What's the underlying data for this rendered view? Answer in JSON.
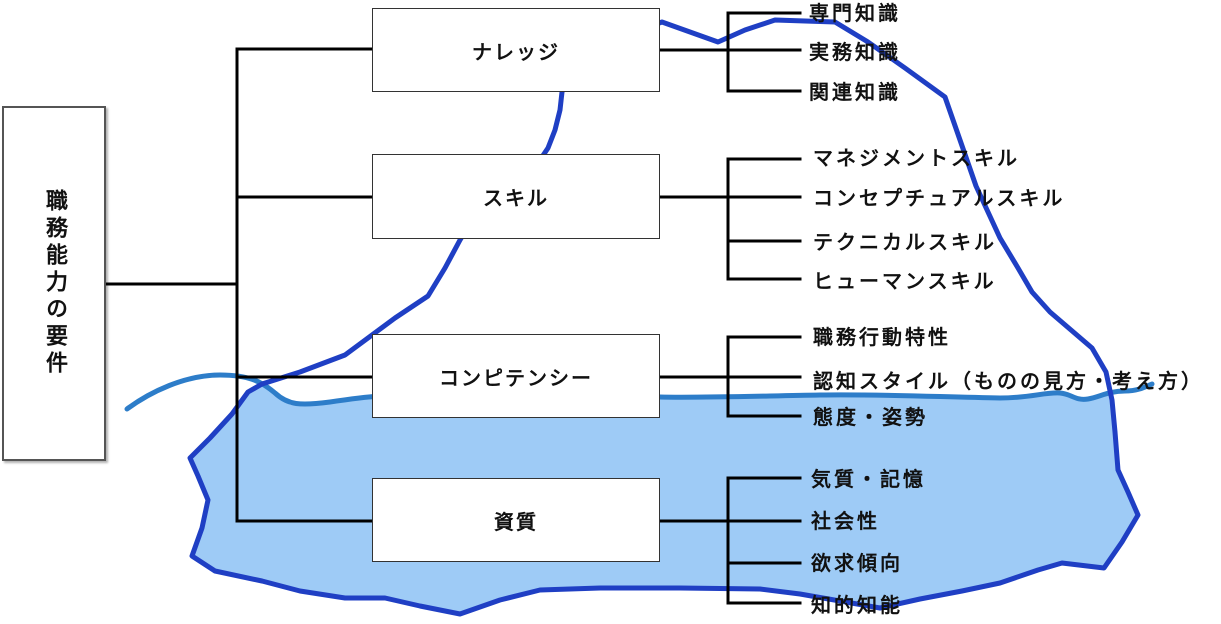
{
  "root": {
    "label": "職務能力の要件"
  },
  "categories": [
    {
      "label": "ナレッジ",
      "items": [
        "専門知識",
        "実務知識",
        "関連知識"
      ]
    },
    {
      "label": "スキル",
      "items": [
        "マネジメントスキル",
        "コンセプチュアルスキル",
        "テクニカルスキル",
        "ヒューマンスキル"
      ]
    },
    {
      "label": "コンピテンシー",
      "items": [
        "職務行動特性",
        "認知スタイル（ものの見方・考え方）",
        "態度・姿勢"
      ]
    },
    {
      "label": "資質",
      "items": [
        "気質・記憶",
        "社会性",
        "欲求傾向",
        "知的知能"
      ]
    }
  ],
  "colors": {
    "iceberg_outline": "#1f3fc4",
    "water_line": "#2d7dc9",
    "underwater_fill": "#9ecbf6",
    "connector": "#000000"
  }
}
